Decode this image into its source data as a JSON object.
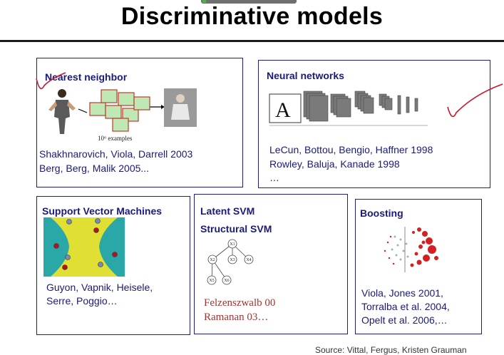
{
  "slide": {
    "title": "Discriminative models",
    "footer": "Source: Vittal, Fergus, Kristen Grauman"
  },
  "boxes": {
    "nearest_neighbor": {
      "heading": "Nearest neighbor",
      "caption": "10⁶ examples",
      "refs": [
        "Shakhnarovich, Viola, Darrell 2003",
        "Berg, Berg, Malik 2005..."
      ]
    },
    "neural_networks": {
      "heading": "Neural networks",
      "refs": [
        "LeCun, Bottou, Bengio, Haffner 1998",
        "Rowley, Baluja, Kanade 1998",
        "…"
      ]
    },
    "svm": {
      "heading": "Support Vector Machines",
      "refs": [
        "Guyon, Vapnik,  Heisele,",
        "Serre, Poggio…"
      ]
    },
    "latent_svm": {
      "heading1": "Latent SVM",
      "heading2": "Structural  SVM",
      "nodes": [
        "X1",
        "X2",
        "X3",
        "X4",
        "X5",
        "X6"
      ],
      "refs": [
        "Felzenszwalb  00",
        "Ramanan 03…"
      ]
    },
    "boosting": {
      "heading": "Boosting",
      "refs": [
        "Viola, Jones 2001,",
        "Torralba et al. 2004,",
        "Opelt et al. 2006,…"
      ]
    }
  },
  "colors": {
    "heading": "#1a1a7a",
    "border": "#1f1f78",
    "ink": "#c8192f",
    "citation_red": "#a13434"
  }
}
